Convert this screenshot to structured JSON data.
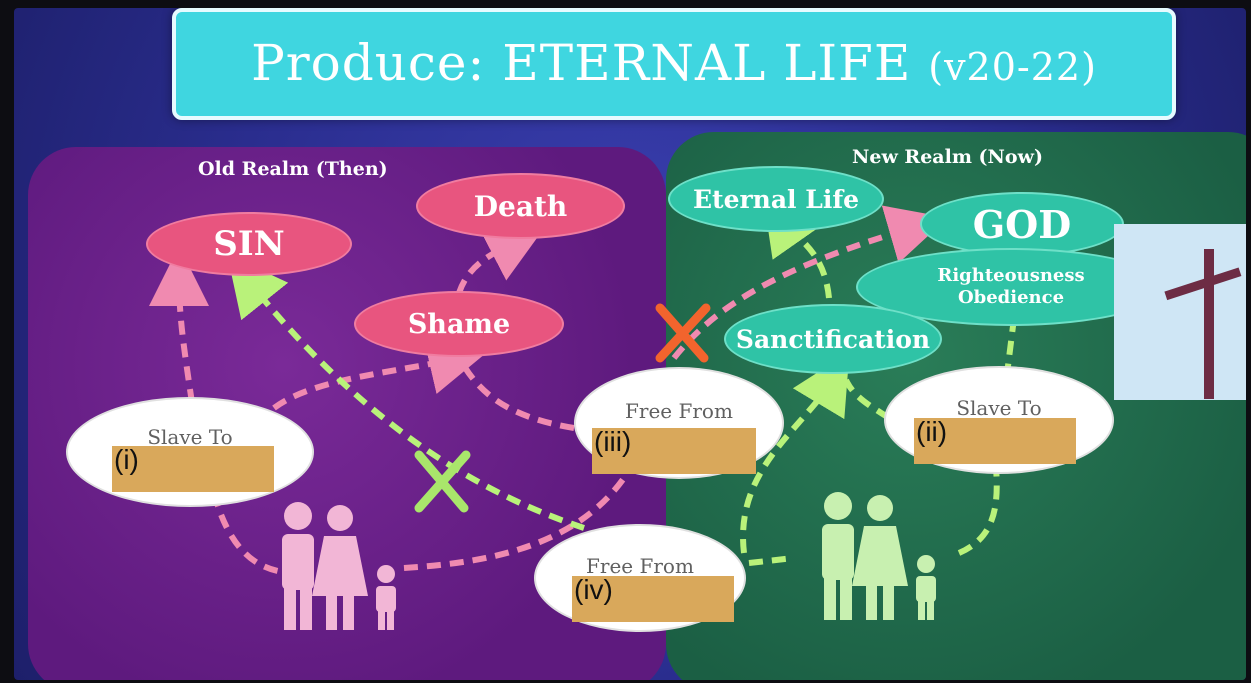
{
  "title": {
    "main": "Produce: ETERNAL LIFE",
    "ref": "(v20-22)"
  },
  "realms": {
    "old": "Old Realm (Then)",
    "new": "New Realm (Now)"
  },
  "nodes": {
    "sin": "SIN",
    "death": "Death",
    "shame": "Shame",
    "eternal_life": "Eternal Life",
    "god": "GOD",
    "righteousness_1": "Righteousness",
    "righteousness_2": "Obedience",
    "sanctification": "Sanctification"
  },
  "bubbles": {
    "slave_left": {
      "text": "Slave To",
      "blank": "(i)"
    },
    "free_mid": {
      "text": "Free From",
      "blank": "(iii)"
    },
    "slave_right": {
      "text": "Slave To",
      "blank": "(ii)"
    },
    "free_bottom": {
      "text": "Free From",
      "blank": "(iv)"
    }
  },
  "colors": {
    "pink": "#e8557f",
    "teal": "#2fc3a6",
    "lime": "#b9f27a",
    "blank": "#d9a85b",
    "cross_orange": "#f2642d",
    "cross_green": "#a9e66b"
  },
  "icons": [
    "family-icon-old",
    "family-icon-new",
    "cross-image",
    "x-mark-green",
    "x-mark-orange"
  ]
}
